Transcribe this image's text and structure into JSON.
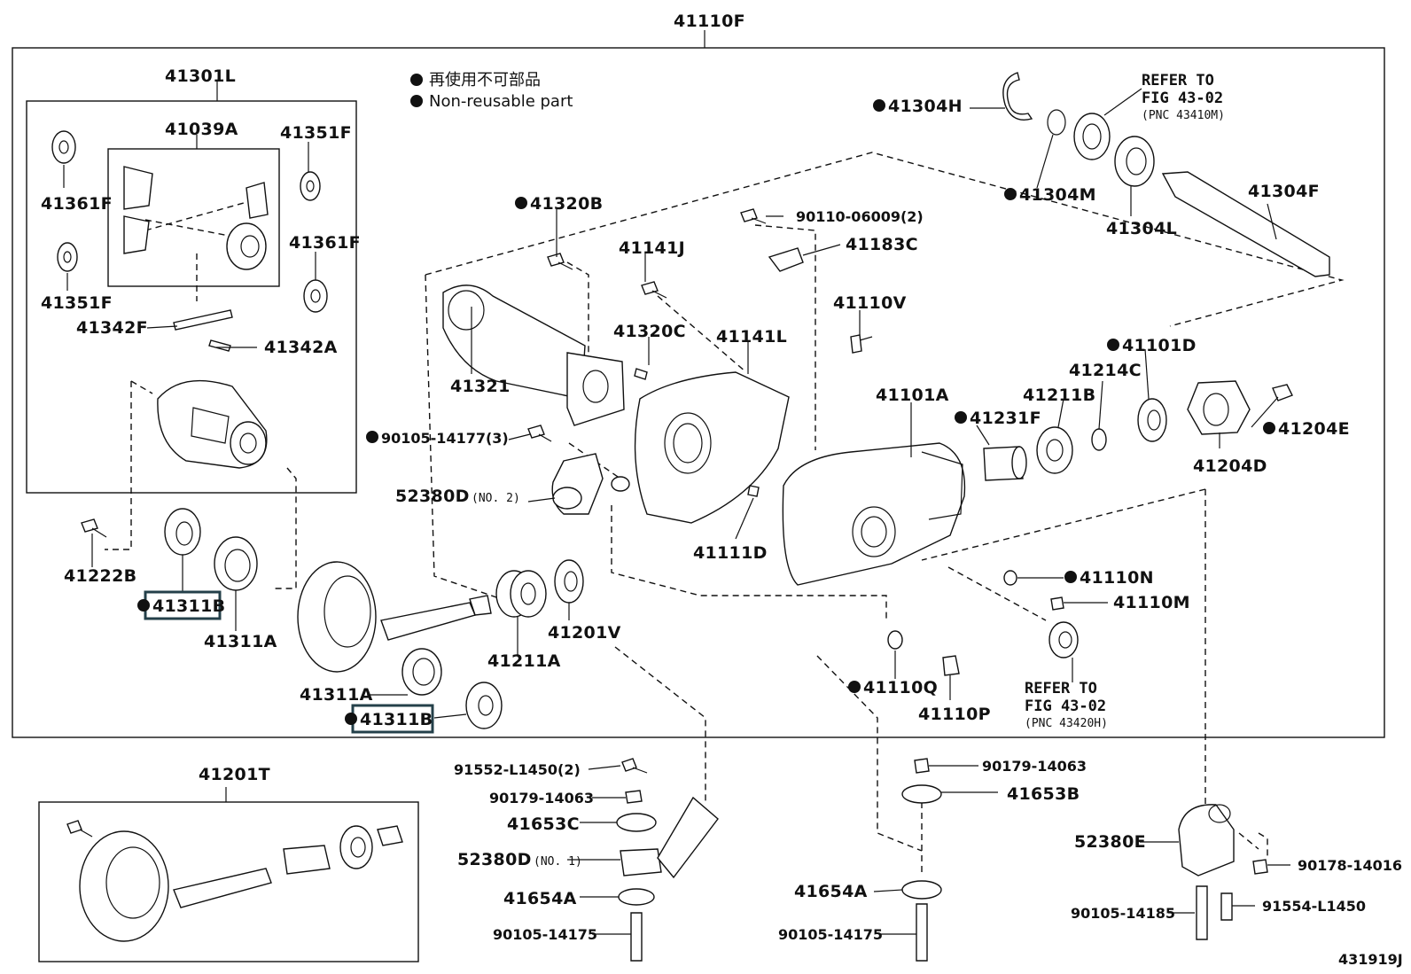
{
  "main_assembly": "41110F",
  "legend": {
    "japanese": "再使用不可部品",
    "english": "Non-reusable part"
  },
  "diagram_id": "431919J",
  "refs": {
    "ref_upper": {
      "line1": "REFER TO",
      "line2": "FIG 43-02",
      "line3": "(PNC 43410M)"
    },
    "ref_lower": {
      "line1": "REFER TO",
      "line2": "FIG 43-02",
      "line3": "(PNC 43420H)"
    }
  },
  "callouts": [
    {
      "id": "41301L"
    },
    {
      "id": "41039A"
    },
    {
      "id": "41351F_top",
      "text": "41351F"
    },
    {
      "id": "41361F_left",
      "text": "41361F"
    },
    {
      "id": "41361F_right",
      "text": "41361F"
    },
    {
      "id": "41351F_left",
      "text": "41351F"
    },
    {
      "id": "41342F"
    },
    {
      "id": "41342A"
    },
    {
      "id": "41222B"
    },
    {
      "id": "41311B_left",
      "text": "41311B",
      "non_reusable": true,
      "highlighted": true
    },
    {
      "id": "41311A_left",
      "text": "41311A"
    },
    {
      "id": "41311A_center",
      "text": "41311A"
    },
    {
      "id": "41311B_center",
      "text": "41311B",
      "non_reusable": true,
      "highlighted": true
    },
    {
      "id": "41211A"
    },
    {
      "id": "41201V"
    },
    {
      "id": "41321"
    },
    {
      "id": "41320B",
      "non_reusable": true
    },
    {
      "id": "41141J"
    },
    {
      "id": "41320C"
    },
    {
      "id": "41141L"
    },
    {
      "id": "90110-06009",
      "text": "90110-06009(2)"
    },
    {
      "id": "41183C"
    },
    {
      "id": "90105-14177",
      "text": "90105-14177(3)",
      "non_reusable": true
    },
    {
      "id": "52380D_no2",
      "text": "52380D",
      "note": "(NO. 2)"
    },
    {
      "id": "41110V"
    },
    {
      "id": "41111D"
    },
    {
      "id": "41101A"
    },
    {
      "id": "41231F",
      "non_reusable": true
    },
    {
      "id": "41211B"
    },
    {
      "id": "41214C"
    },
    {
      "id": "41101D",
      "non_reusable": true
    },
    {
      "id": "41204E",
      "non_reusable": true
    },
    {
      "id": "41204D"
    },
    {
      "id": "41304H",
      "non_reusable": true
    },
    {
      "id": "41304M",
      "non_reusable": true
    },
    {
      "id": "41304L"
    },
    {
      "id": "41304F"
    },
    {
      "id": "41110N",
      "non_reusable": true
    },
    {
      "id": "41110M"
    },
    {
      "id": "41110Q",
      "non_reusable": true
    },
    {
      "id": "41110P"
    },
    {
      "id": "41201T"
    },
    {
      "id": "91552-L1450",
      "text": "91552-L1450(2)"
    },
    {
      "id": "90179-14063_left",
      "text": "90179-14063"
    },
    {
      "id": "41653C"
    },
    {
      "id": "52380D_no1",
      "text": "52380D",
      "note": "(NO. 1)"
    },
    {
      "id": "41654A_left",
      "text": "41654A"
    },
    {
      "id": "90105-14175_left",
      "text": "90105-14175"
    },
    {
      "id": "90179-14063_right",
      "text": "90179-14063"
    },
    {
      "id": "41653B"
    },
    {
      "id": "41654A_right",
      "text": "41654A"
    },
    {
      "id": "90105-14175_right",
      "text": "90105-14175"
    },
    {
      "id": "52380E"
    },
    {
      "id": "90178-14016"
    },
    {
      "id": "90105-14185"
    },
    {
      "id": "91554-L1450"
    }
  ]
}
